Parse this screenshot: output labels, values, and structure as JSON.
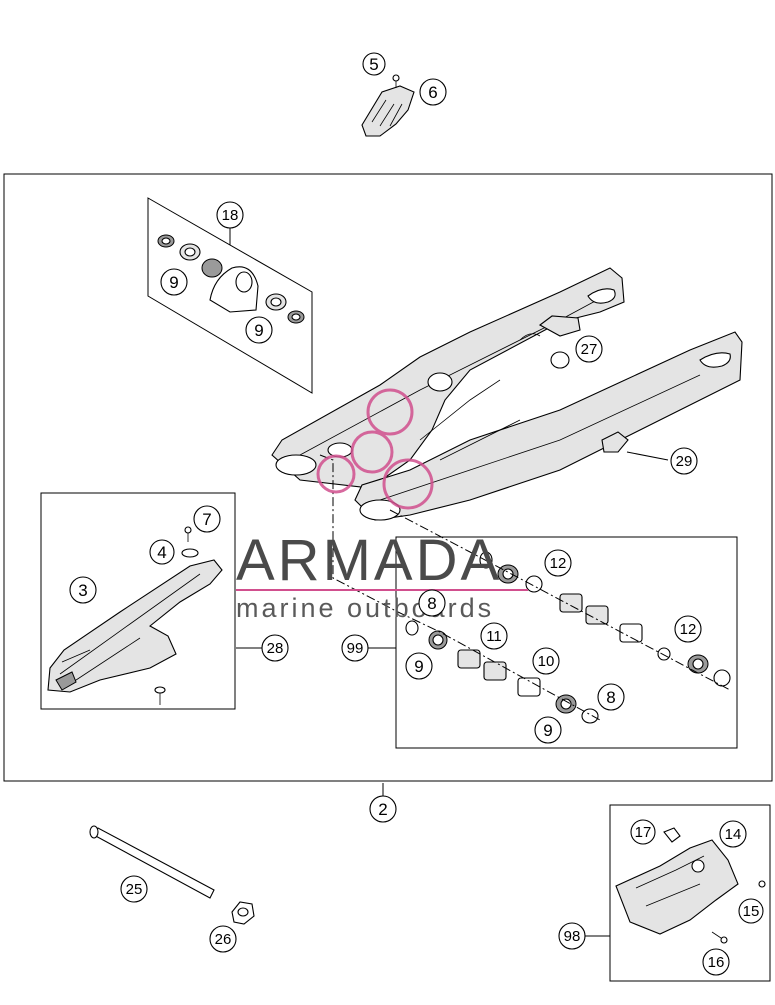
{
  "callouts": {
    "c5": "5",
    "c6": "6",
    "c18": "18",
    "c9a": "9",
    "c9b": "9",
    "c27": "27",
    "c29": "29",
    "c7": "7",
    "c4": "4",
    "c3": "3",
    "c28": "28",
    "c12a": "12",
    "c8a": "8",
    "c99": "99",
    "c11": "11",
    "c9c": "9",
    "c10": "10",
    "c12b": "12",
    "c8b": "8",
    "c9d": "9",
    "c2": "2",
    "c17": "17",
    "c14": "14",
    "c25": "25",
    "c15": "15",
    "c26": "26",
    "c98": "98",
    "c16": "16"
  },
  "watermark": {
    "title": "ARMADA",
    "subtitle": "marine outboards",
    "accent_color": "#d14f8e"
  }
}
